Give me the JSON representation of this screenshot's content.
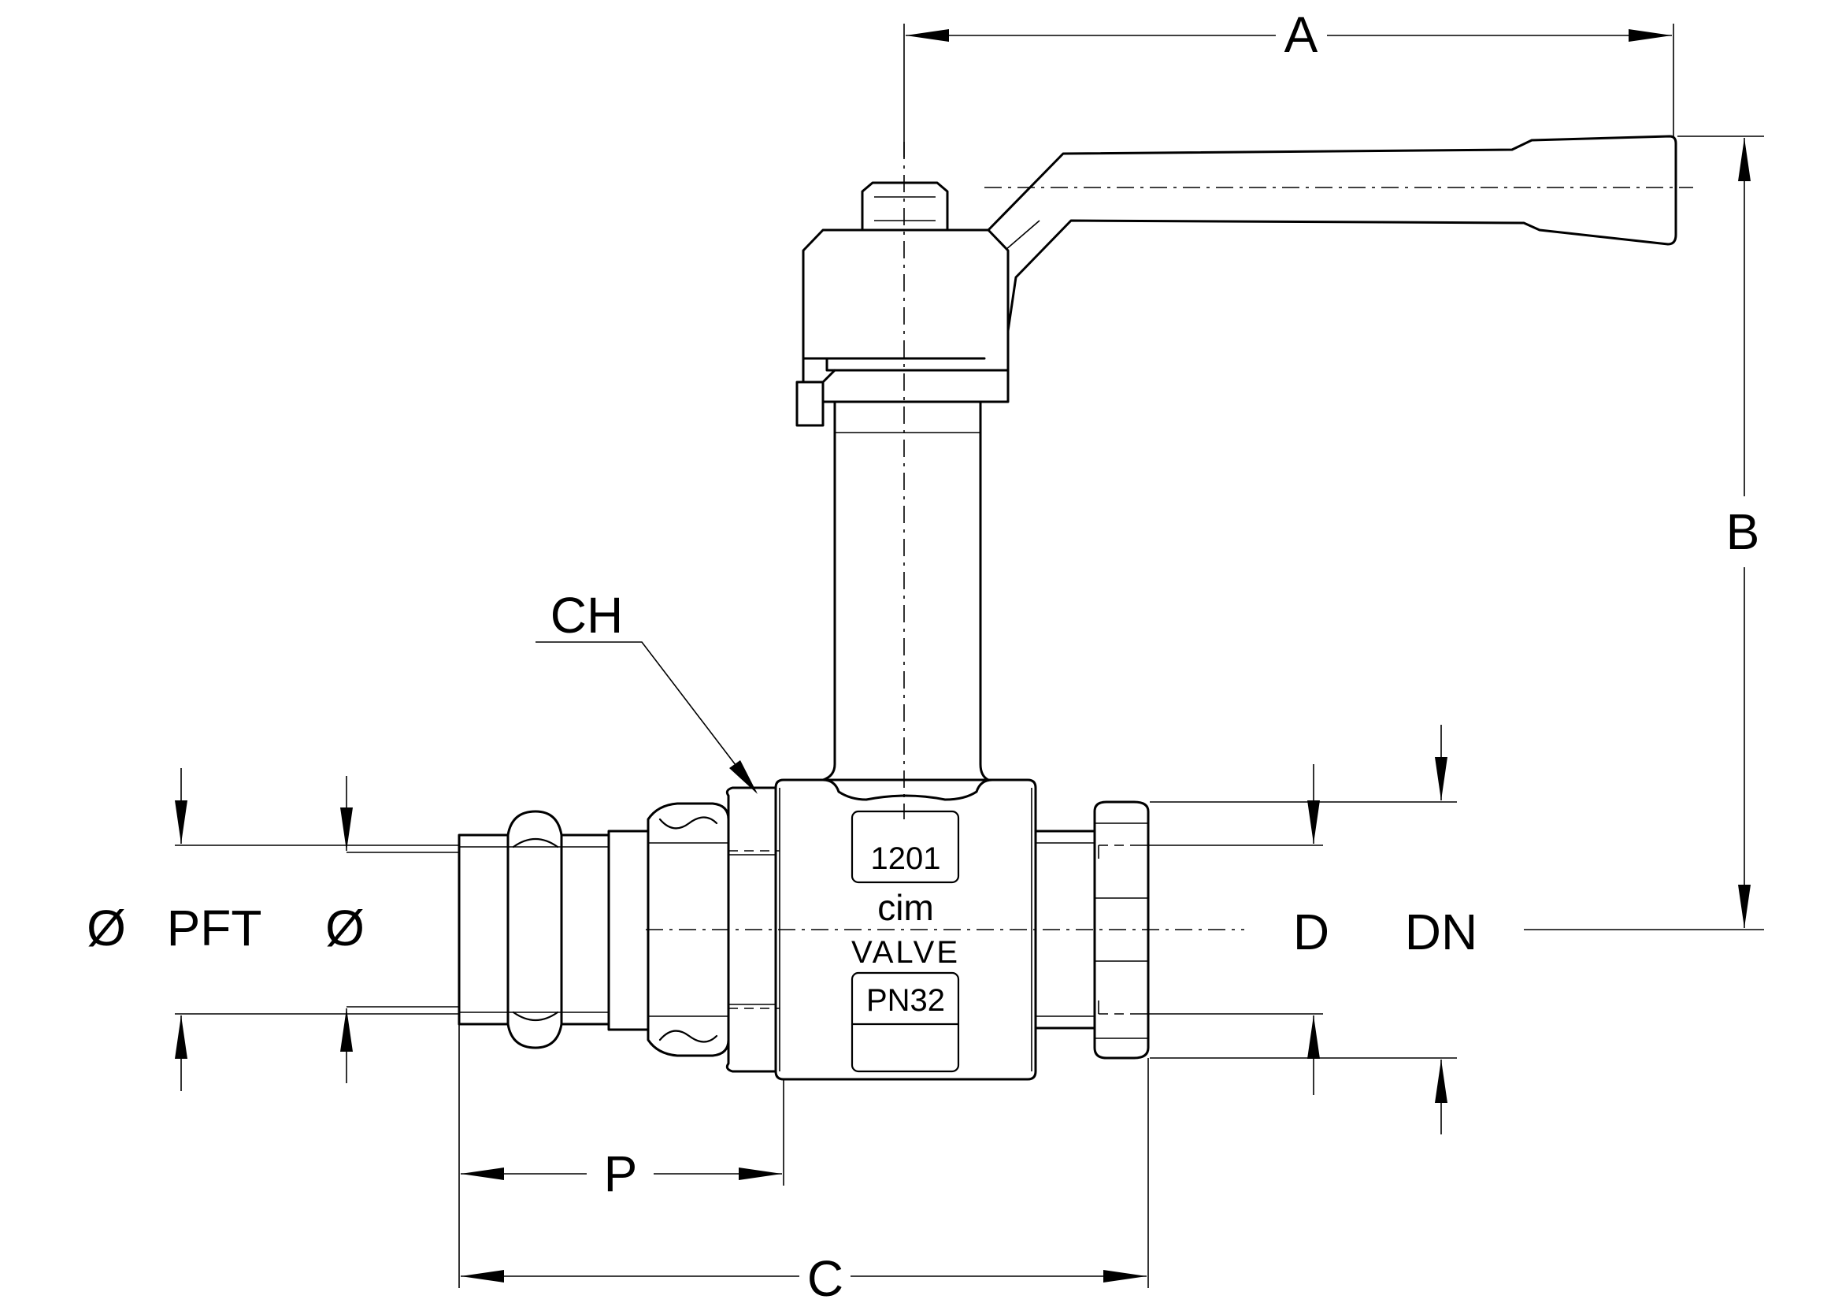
{
  "dimensions": {
    "a": "A",
    "b": "B",
    "c": "C",
    "p": "P",
    "ch": "CH",
    "d": "D",
    "dn": "DN",
    "pft": "PFT",
    "dia_left": "Ø",
    "dia_right": "Ø"
  },
  "body_marking": {
    "code": "1201",
    "brand": "cim",
    "type": "VALVE",
    "pressure": "PN32"
  }
}
